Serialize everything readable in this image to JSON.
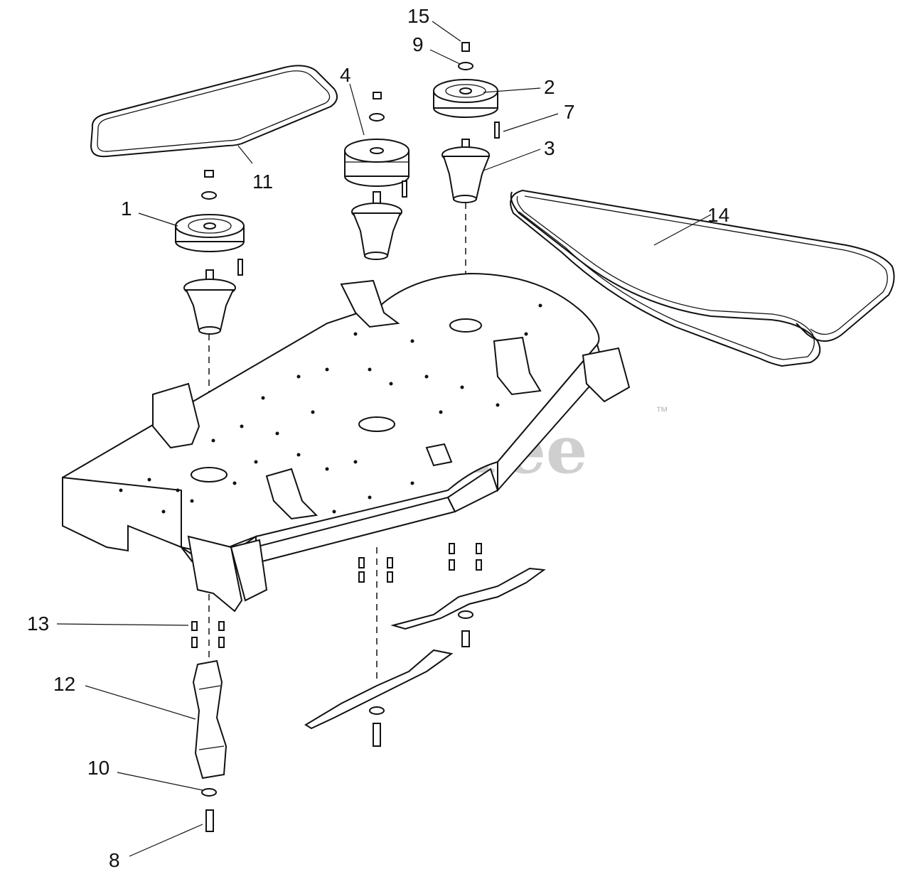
{
  "watermark": {
    "text": "PartsTree",
    "tm": "™"
  },
  "callouts": [
    {
      "id": "15",
      "label": "15"
    },
    {
      "id": "9",
      "label": "9"
    },
    {
      "id": "4",
      "label": "4"
    },
    {
      "id": "2",
      "label": "2"
    },
    {
      "id": "7",
      "label": "7"
    },
    {
      "id": "3",
      "label": "3"
    },
    {
      "id": "11",
      "label": "11"
    },
    {
      "id": "1",
      "label": "1"
    },
    {
      "id": "14",
      "label": "14"
    },
    {
      "id": "13",
      "label": "13"
    },
    {
      "id": "12",
      "label": "12"
    },
    {
      "id": "10",
      "label": "10"
    },
    {
      "id": "8",
      "label": "8"
    }
  ]
}
